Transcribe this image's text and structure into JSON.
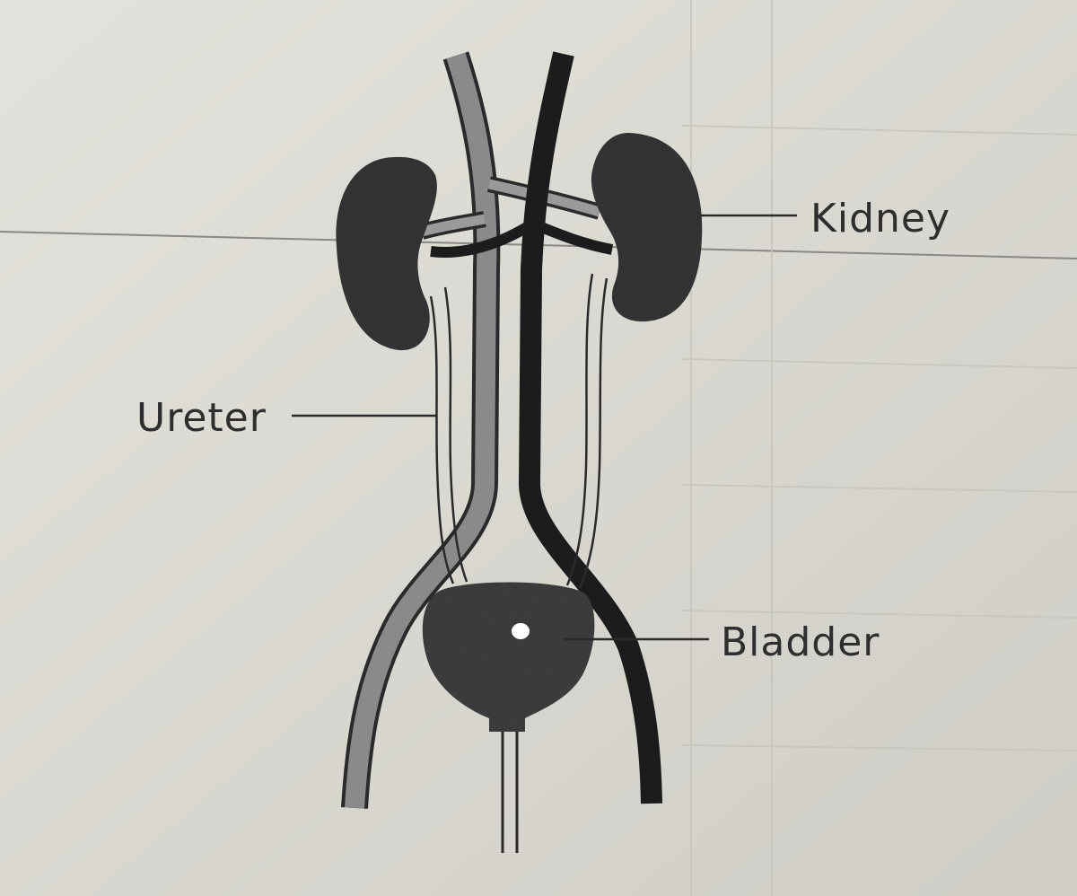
{
  "labels": {
    "kidney": "Kidney",
    "ureter": "Ureter",
    "bladder": "Bladder"
  },
  "colors": {
    "paper": "#d9d7d1",
    "organ": "#2a2a2a",
    "vein_fill": "#7d7d7d",
    "artery": "#1c1c1c"
  }
}
